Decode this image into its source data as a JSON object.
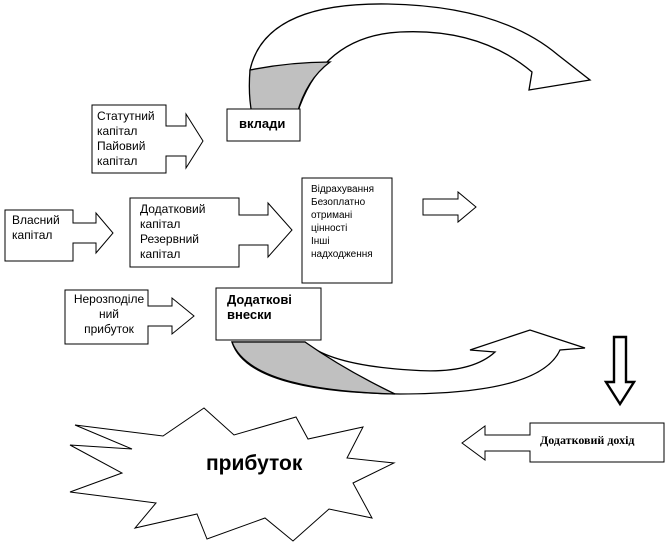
{
  "blocks": {
    "statutory": "Статутний\nкапітал\nПайовий\nкапітал",
    "contributions": "вклади",
    "equity": "Власний\nкапітал",
    "additional_capital": "Додатковий\nкапітал\nРезервний\nкапітал",
    "sources": "Відрахування\nБезоплатно\nотримані\nцінності\nІнші\nнадходження",
    "retained": "Нерозподіле\nний\nприбуток",
    "additional_contributions": "Додаткові\nвнески",
    "additional_income": "Додатковий дохід",
    "profit": "прибуток"
  },
  "colors": {
    "stroke": "#000000",
    "fill": "#ffffff",
    "shade": "#c0c0c0"
  }
}
